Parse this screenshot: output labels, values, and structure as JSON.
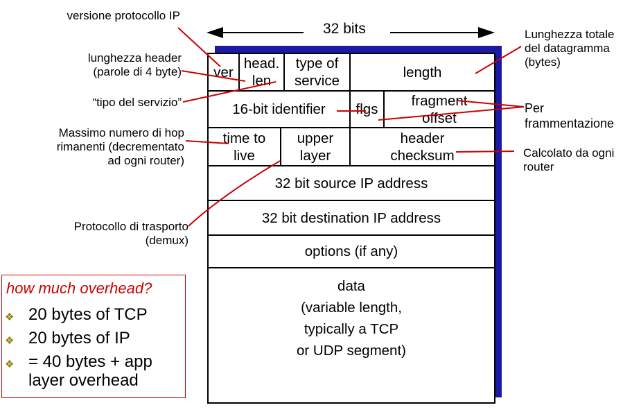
{
  "header": {
    "bits_label": "32 bits"
  },
  "fields": {
    "ver": "ver",
    "head_len_1": "head.",
    "head_len_2": "len",
    "type_of_service_1": "type of",
    "type_of_service_2": "service",
    "length": "length",
    "identifier": "16-bit identifier",
    "flgs": "flgs",
    "fragment_offset_1": "fragment",
    "fragment_offset_2": "offset",
    "ttl_1": "time to",
    "ttl_2": "live",
    "upper_layer_1": "upper",
    "upper_layer_2": "layer",
    "checksum_1": "header",
    "checksum_2": "checksum",
    "source_ip": "32 bit source IP address",
    "dest_ip": "32 bit destination IP address",
    "options": "options (if any)",
    "data_1": "data",
    "data_2": "(variable length,",
    "data_3": "typically a TCP",
    "data_4": "or UDP segment)"
  },
  "annotations": {
    "version": "versione protocollo IP",
    "header_length_1": "lunghezza header",
    "header_length_2": "(parole di 4 byte)",
    "tos": "“tipo del servizio”",
    "hop_1": "Massimo numero di hop",
    "hop_2": "rimanenti (decrementato",
    "hop_3": "ad ogni router)",
    "transport_1": "Protocollo di trasporto",
    "transport_2": "(demux)",
    "total_length_1": "Lunghezza totale",
    "total_length_2": "del datagramma",
    "total_length_3": "(bytes)",
    "frag_1": "Per",
    "frag_2": "frammentazione",
    "checksum_1": "Calcolato da ogni",
    "checksum_2": "router"
  },
  "overhead": {
    "title": "how much overhead?",
    "items": [
      "20 bytes of TCP",
      "20 bytes of IP",
      "= 40 bytes + app",
      "layer overhead"
    ]
  },
  "colors": {
    "accent_red": "#cc0000",
    "shadow_blue": "#1a1aa6",
    "bullet": "#8b7d00"
  }
}
